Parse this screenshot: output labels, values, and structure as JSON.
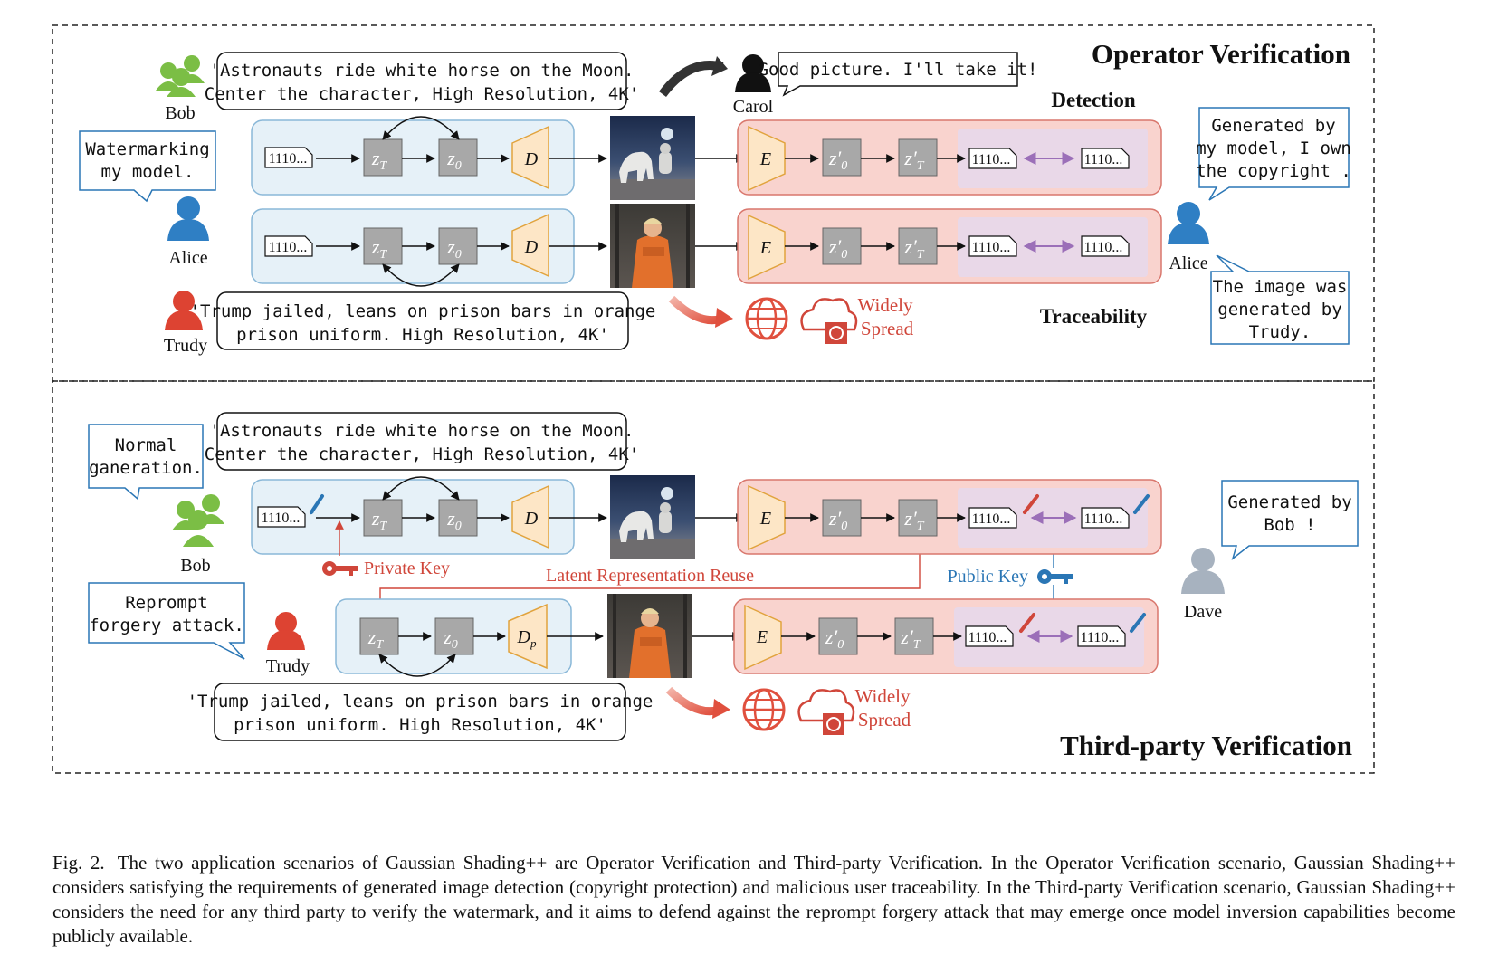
{
  "sections": {
    "top": {
      "title": "Operator Verification",
      "detection_label": "Detection",
      "traceability_label": "Traceability",
      "prompt1": [
        "'Astronauts ride white horse on the Moon.",
        "Center the character, High Resolution, 4K'"
      ],
      "prompt2": [
        "'Trump jailed, leans on prison bars in orange",
        "prison uniform. High Resolution, 4K'"
      ],
      "bubbles": {
        "alice_left": [
          "Watermarking",
          "my model."
        ],
        "carol": [
          "Good picture. I'll take it!"
        ],
        "alice_right_top": [
          "Generated by",
          "my model, I own",
          "the copyright ."
        ],
        "alice_right_bottom": [
          "The image was",
          "generated by",
          "Trudy."
        ]
      },
      "people": {
        "bob": "Bob",
        "alice": "Alice",
        "trudy": "Trudy",
        "carol": "Carol",
        "alice_right": "Alice"
      },
      "spread": [
        "Widely",
        "Spread"
      ]
    },
    "bottom": {
      "title": "Third-party Verification",
      "prompt1": [
        "'Astronauts ride white horse on the Moon.",
        "Center the character, High Resolution, 4K'"
      ],
      "prompt2": [
        "'Trump jailed, leans on prison bars in orange",
        "prison uniform. High Resolution, 4K'"
      ],
      "bubbles": {
        "bob": [
          "Normal",
          "ganeration."
        ],
        "trudy": [
          "Reprompt",
          "forgery attack."
        ],
        "dave": [
          "Generated by",
          "Bob !"
        ]
      },
      "people": {
        "bob": "Bob",
        "trudy": "Trudy",
        "dave": "Dave"
      },
      "private_key": "Private Key",
      "public_key": "Public Key",
      "latent_reuse": "Latent Representation Reuse",
      "spread": [
        "Widely",
        "Spread"
      ]
    }
  },
  "blocks": {
    "watermark_bits": "1110...",
    "zT": "z",
    "zT_sub": "T",
    "z0": "z",
    "z0_sub": "0",
    "decoder": "D",
    "decoder_p_sub": "p",
    "encoder": "E",
    "z0p": "z′",
    "zTp": "z′"
  },
  "colors": {
    "blue_panel": "#e6f1f8",
    "blue_border": "#8ab8d8",
    "red_panel": "#f9d3ce",
    "red_border": "#d9776d",
    "lavender": "#e9d8e8",
    "gray_block": "#a8a8a8",
    "tri_fill": "#fde6c6",
    "tri_border": "#e1a33d",
    "bob_green": "#7bbe45",
    "alice_blue": "#2f7fc4",
    "trudy_red": "#dd4332",
    "dave_gray": "#a7b2bf",
    "accent_red": "#d0463a",
    "accent_blue": "#2a76b5",
    "purple": "#9b6fb8"
  },
  "caption": {
    "label": "Fig. 2.",
    "text": "The two application scenarios of Gaussian Shading++ are Operator Verification and Third-party Verification. In the Operator Verification scenario, Gaussian Shading++ considers satisfying the requirements of generated image detection (copyright protection) and malicious user traceability. In the Third-party Verification scenario, Gaussian Shading++ considers the need for any third party to verify the watermark, and it aims to defend against the reprompt forgery attack that may emerge once model inversion capabilities become publicly available."
  }
}
